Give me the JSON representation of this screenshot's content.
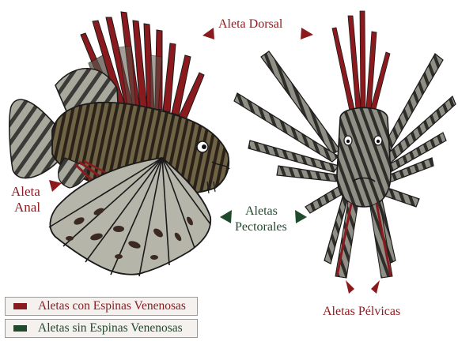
{
  "labels": {
    "dorsal": "Aleta Dorsal",
    "anal_1": "Aleta",
    "anal_2": "Anal",
    "pectoral_1": "Aletas",
    "pectoral_2": "Pectorales",
    "pelvic": "Aletas Pélvicas"
  },
  "legend": {
    "venomous": "Aletas con Espinas Venenosas",
    "non_venomous": "Aletas sin Espinas Venenosas"
  },
  "colors": {
    "venomous": "#8b1a1f",
    "non_venomous": "#1f4a2c",
    "body": "#6f6345",
    "fin": "#a6a69b",
    "stripe": "#2a2218",
    "outline": "#1a1a1a"
  },
  "icons": {
    "arrow": "triangle-arrow-icon"
  }
}
